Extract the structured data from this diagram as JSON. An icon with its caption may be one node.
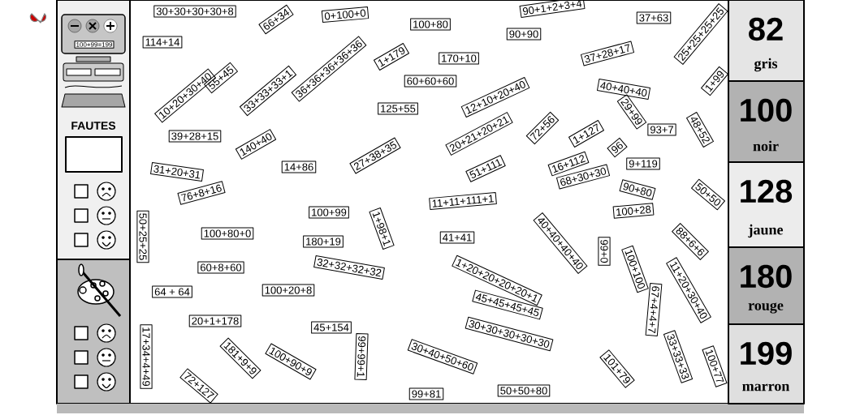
{
  "diagram": {
    "labels": [
      "100+99=199",
      "FAUTES",
      "30+30+30+30+8",
      "66+34",
      "0+100+0",
      "90+1+2+3+4",
      "37+63",
      "25+25+25+25",
      "114+14",
      "100+80",
      "90+90",
      "36+36+36+36+36",
      "33+33+33+1",
      "1+179",
      "170+10",
      "37+28+17",
      "1+99",
      "10+20+30+40",
      "55+45",
      "60+60+60",
      "40+40+40",
      "12+10+20+40",
      "125+55",
      "20+21+20+21",
      "72+56",
      "29+99",
      "93+7",
      "48+52",
      "1+127",
      "96",
      "39+28+15",
      "140+40",
      "27+38+35",
      "51+111",
      "16+112",
      "9+119",
      "31+20+31",
      "14+86",
      "68+30+30",
      "90+80",
      "50+50",
      "76+8+16",
      "11+11+111+1",
      "100+28",
      "50+25+25",
      "100+99",
      "1+98+1",
      "100+80+0",
      "180+19",
      "41+41",
      "40+40+40+40",
      "99+0",
      "100+100",
      "88+6+6",
      "60+8+60",
      "32+32+32+32",
      "1+20+20+20+20+1",
      "11+20+30+40",
      "64 + 64",
      "100+20+8",
      "45+45+45+45",
      "67+4+4+7",
      "30+30+30+30+30",
      "20+1+178",
      "45+154",
      "17+34+4+49",
      "99+99+1",
      "30+40+50+60",
      "181+9+9",
      "100+90+9",
      "72+127",
      "101+79",
      "33+33+33",
      "100+77",
      "50+50+80",
      "99+81",
      "82",
      "gris",
      "100",
      "noir",
      "128",
      "jaune",
      "180",
      "rouge",
      "199",
      "marron"
    ]
  }
}
